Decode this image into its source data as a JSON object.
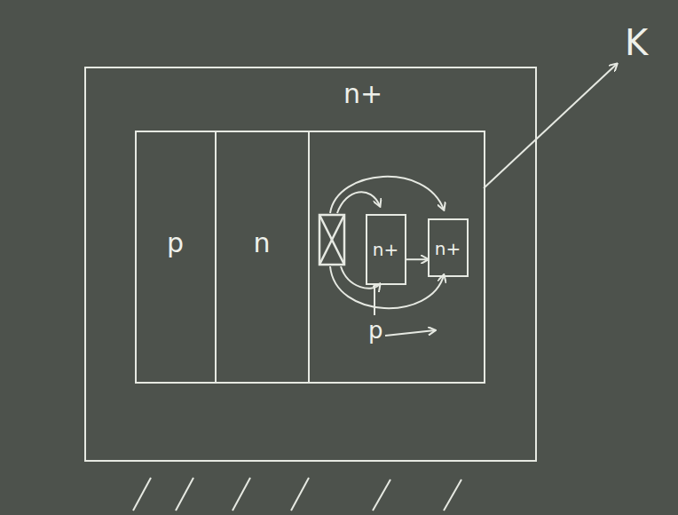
{
  "diagram": {
    "nodes": [
      {
        "text": [
          "n+"
        ]
      },
      {
        "text": [
          "p"
        ],
        "in": 0
      },
      {
        "text": [
          "n"
        ],
        "in": 0
      },
      {
        "text": [
          "p"
        ],
        "in": 0
      },
      {
        "text": [
          "n+"
        ],
        "in": 3
      },
      {
        "text": [
          "n+"
        ],
        "in": 3
      }
    ],
    "edges": [
      {
        "from": 4,
        "to": 5,
        "arrow": "to"
      }
    ],
    "labels": [
      "K"
    ]
  }
}
